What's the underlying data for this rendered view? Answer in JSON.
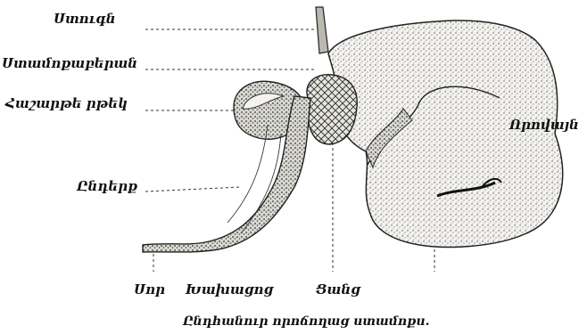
{
  "figure": {
    "labels": {
      "top_left_1": "Ստուգն",
      "top_left_2": "Ստամոքաբերան",
      "top_left_3": "Հաշարթե րթեկ",
      "middle_left": "Ընդերք",
      "right": "Որովայն",
      "bottom_1": "Սոր",
      "bottom_2": "Խախացոց",
      "bottom_3": "Ցանց"
    },
    "caption": "Ընդհանուր որոճողաց ստամոքս."
  }
}
